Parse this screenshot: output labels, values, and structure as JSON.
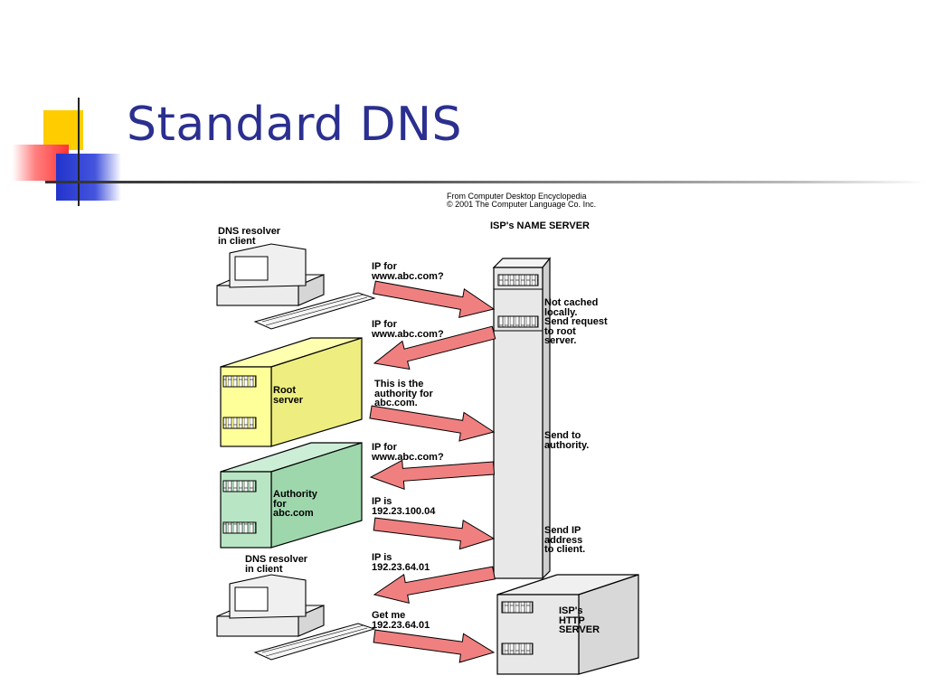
{
  "slide": {
    "title": "Standard DNS"
  },
  "diagram": {
    "credit": "From Computer Desktop Encyclopedia\n© 2001 The Computer Language Co. Inc.",
    "isp_name_server_label": "ISP's NAME SERVER",
    "client_top_label": "DNS resolver\nin client",
    "client_bottom_label": "DNS resolver\nin client",
    "root_server_label": "Root\nserver",
    "authority_label": "Authority\nfor\nabc.com",
    "isp_http_label": "ISP's\nHTTP\nSERVER",
    "steps": [
      "IP for\nwww.abc.com?",
      "IP for\nwww.abc.com?",
      "This is the\nauthority for\nabc.com.",
      "IP for\nwww.abc.com?",
      "IP is\n192.23.100.04",
      "IP is\n192.23.64.01",
      "Get me\n192.23.64.01"
    ],
    "server_notes": [
      "Not cached\nlocally.\nSend request\nto root\nserver.",
      "Send to\nauthority.",
      "Send IP\naddress\nto client."
    ],
    "colors": {
      "title": "#2b2f8f",
      "arrow": "#f08080",
      "root_server": "#ffff99",
      "authority_server": "#b8e6c4",
      "server_gray": "#e8e8e8"
    }
  }
}
